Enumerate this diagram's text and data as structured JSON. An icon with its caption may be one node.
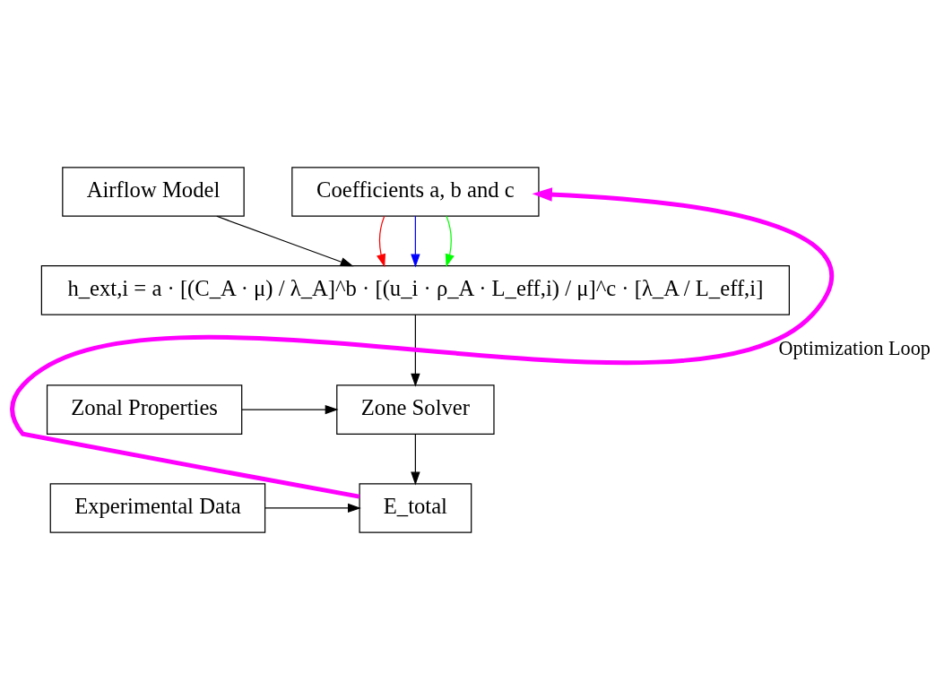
{
  "diagram": {
    "nodes": [
      {
        "text": [
          "Airflow Model"
        ]
      },
      {
        "text": [
          "Coefficients a, b and c"
        ]
      },
      {
        "text": [
          "h_ext,i = a · [(C_A · μ) / λ_A]^b · [(u_i · ρ_A · L_eff,i) / μ]^c · [λ_A / L_eff,i]"
        ]
      },
      {
        "text": [
          "Zonal Properties"
        ]
      },
      {
        "text": [
          "Zone Solver"
        ]
      },
      {
        "text": [
          "Experimental Data"
        ]
      },
      {
        "text": [
          "E_total"
        ]
      }
    ],
    "edges": [
      {
        "from": 0,
        "to": 2,
        "arrow": "to"
      },
      {
        "from": 1,
        "to": 2,
        "arrow": "to",
        "color": "#ff0000"
      },
      {
        "from": 1,
        "to": 2,
        "arrow": "to",
        "color": "#0000ff"
      },
      {
        "from": 1,
        "to": 2,
        "arrow": "to",
        "color": "#00ff00"
      },
      {
        "from": 2,
        "to": 4,
        "arrow": "to"
      },
      {
        "from": 3,
        "to": 4,
        "arrow": "to"
      },
      {
        "from": 4,
        "to": 6,
        "arrow": "to"
      },
      {
        "from": 5,
        "to": 6,
        "arrow": "to"
      },
      {
        "from": 6,
        "to": 1,
        "arrow": "to",
        "label": "Optimization Loop",
        "style": "thick",
        "color": "#ff00ff"
      }
    ]
  }
}
